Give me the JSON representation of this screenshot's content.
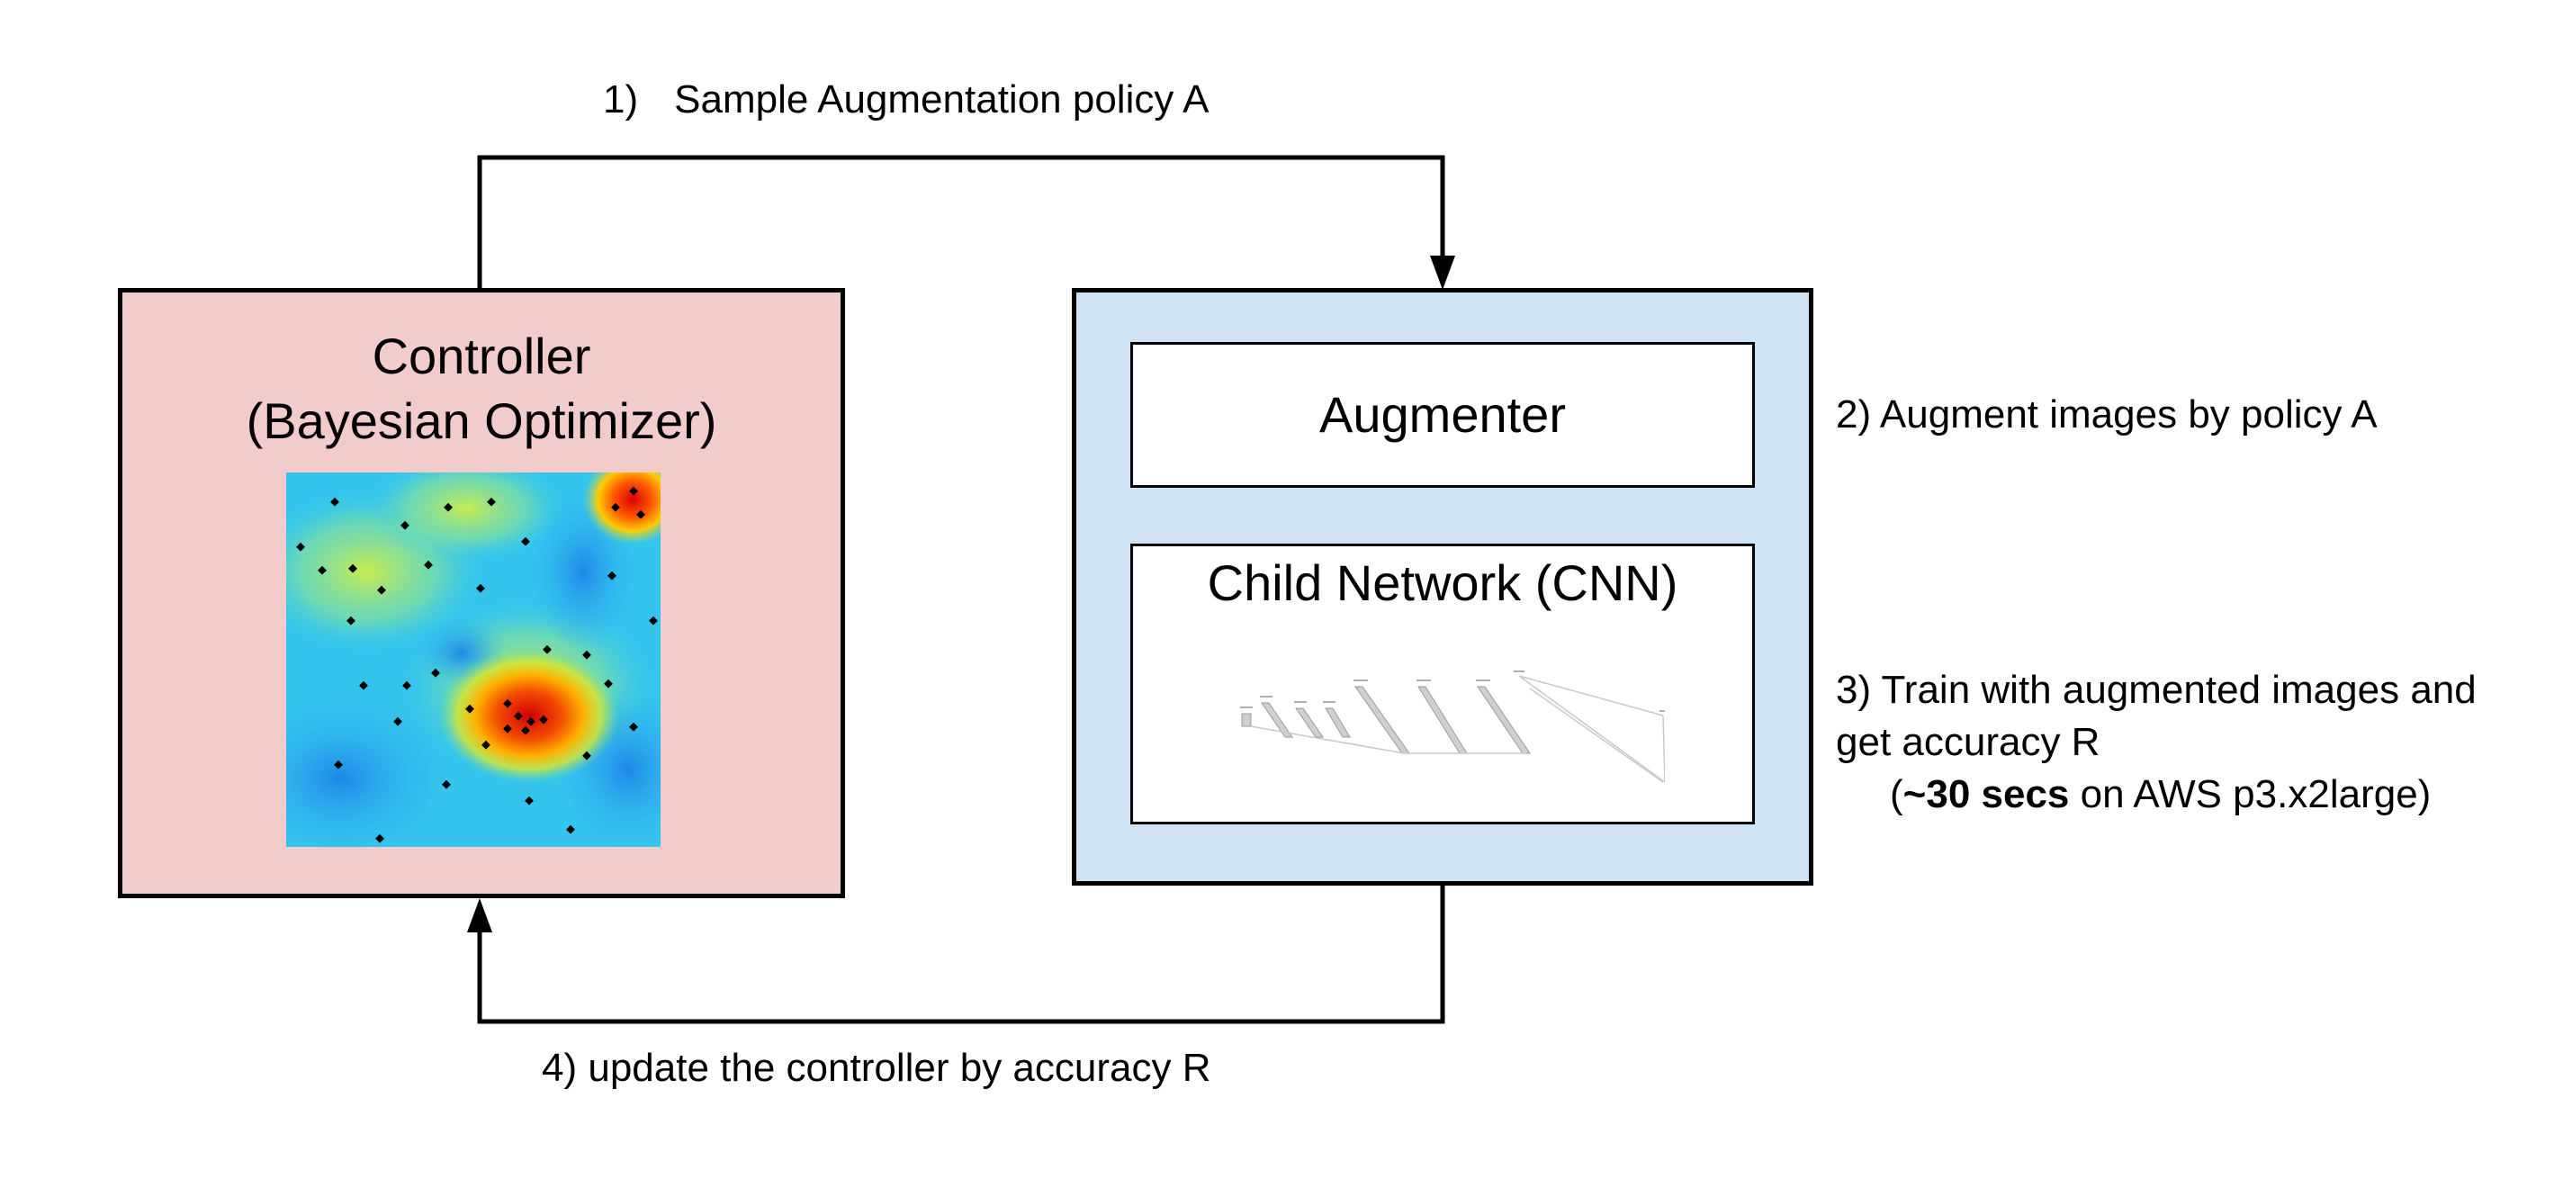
{
  "colors": {
    "controller_fill": "#f2cbcb",
    "child_fill": "#cfe2f3",
    "stroke": "#000000"
  },
  "controller": {
    "title_line1": "Controller",
    "title_line2": "(Bayesian Optimizer)"
  },
  "child": {
    "augmenter_label": "Augmenter",
    "cnn_label": "Child Network (CNN)"
  },
  "steps": {
    "step1_number": "1)",
    "step1_text": "Sample Augmentation policy A",
    "step2": "2) Augment images by policy A",
    "step3_line1": "3) Train with augmented images and",
    "step3_line2": "get accuracy R",
    "step3_open": "(",
    "step3_bold": "~30 secs",
    "step3_rest": " on AWS p3.x2large)",
    "step4": "4) update the controller by accuracy R"
  }
}
